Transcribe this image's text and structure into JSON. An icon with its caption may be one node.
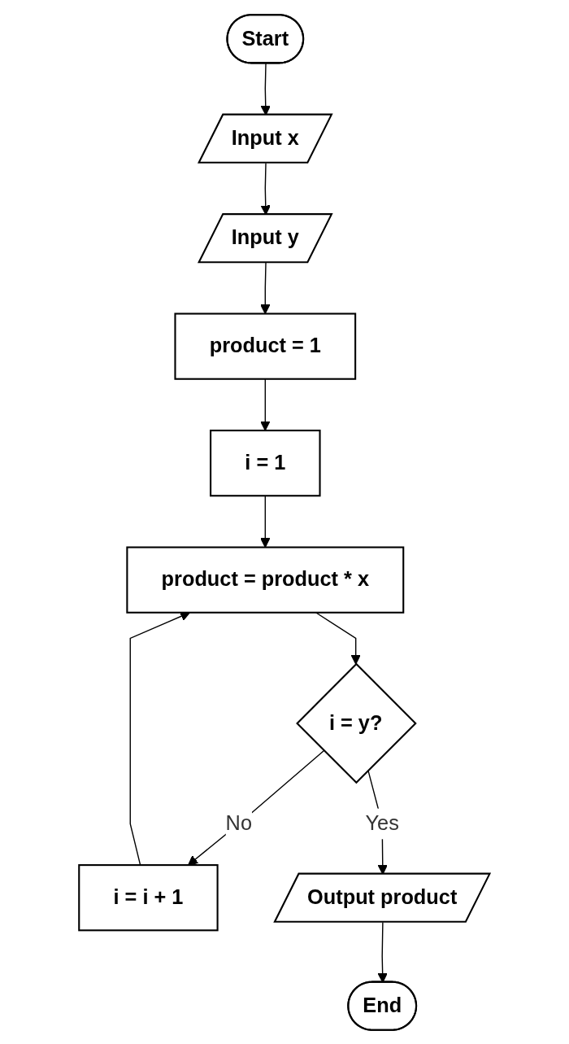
{
  "diagram": {
    "nodes": [
      {
        "text": [
          "Start"
        ]
      },
      {
        "text": [
          "Input x"
        ]
      },
      {
        "text": [
          "Input y"
        ]
      },
      {
        "text": [
          "product = 1"
        ]
      },
      {
        "text": [
          "i = 1"
        ]
      },
      {
        "text": [
          "product = product * x"
        ]
      },
      {
        "text": [
          "i = y?"
        ]
      },
      {
        "text": [
          "i = i + 1"
        ]
      },
      {
        "text": [
          "Output product"
        ]
      },
      {
        "text": [
          "End"
        ]
      }
    ],
    "edges": [
      {
        "from": 0,
        "to": 1,
        "arrow": "to"
      },
      {
        "from": 1,
        "to": 2,
        "arrow": "to"
      },
      {
        "from": 2,
        "to": 3,
        "arrow": "to"
      },
      {
        "from": 3,
        "to": 4,
        "arrow": "to"
      },
      {
        "from": 4,
        "to": 5,
        "arrow": "to"
      },
      {
        "from": 5,
        "to": 6,
        "arrow": "to"
      },
      {
        "from": 6,
        "to": 7,
        "label": "No",
        "arrow": "to"
      },
      {
        "from": 7,
        "to": 5,
        "arrow": "to"
      },
      {
        "from": 6,
        "to": 8,
        "label": "Yes",
        "arrow": "to"
      },
      {
        "from": 8,
        "to": 9,
        "arrow": "to"
      }
    ]
  }
}
